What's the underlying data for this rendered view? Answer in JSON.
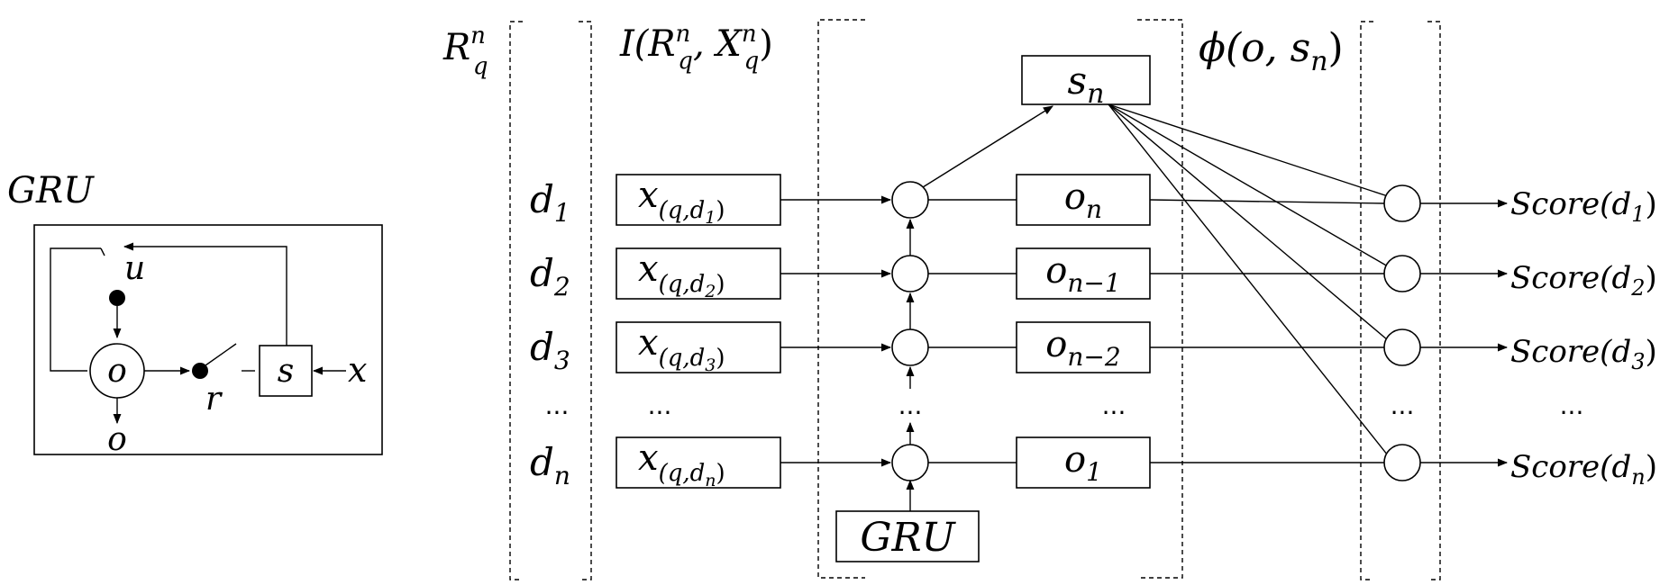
{
  "gru_cell": {
    "title": "GRU",
    "state_node": "o",
    "output_label": "o",
    "update_gate": "u",
    "reset_gate": "r",
    "input_box": "s",
    "input": "x"
  },
  "columns": {
    "relevance": {
      "base": "R",
      "sub": "q",
      "sup": "n"
    },
    "interaction": {
      "text": "I(R",
      "sub1": "q",
      "sup1": "n",
      "mid": ", X",
      "sub2": "q",
      "sup2": "n",
      "close": ")"
    },
    "scoring": "ϕ(o, s",
    "scoring_sub": "n",
    "scoring_close": ")"
  },
  "summary_box": {
    "base": "s",
    "sub": "n"
  },
  "gru_box": "GRU",
  "docs": [
    {
      "base": "d",
      "sub": "1"
    },
    {
      "base": "d",
      "sub": "2"
    },
    {
      "base": "d",
      "sub": "3"
    },
    {
      "base": "d",
      "sub": "n"
    }
  ],
  "features": [
    {
      "base": "x",
      "sub": "(q,d",
      "subsub": "1",
      "close": ")"
    },
    {
      "base": "x",
      "sub": "(q,d",
      "subsub": "2",
      "close": ")"
    },
    {
      "base": "x",
      "sub": "(q,d",
      "subsub": "3",
      "close": ")"
    },
    {
      "base": "x",
      "sub": "(q,d",
      "subsub": "n",
      "close": ")"
    }
  ],
  "outputs": [
    {
      "base": "o",
      "sub": "n"
    },
    {
      "base": "o",
      "sub": "n−1"
    },
    {
      "base": "o",
      "sub": "n−2"
    },
    {
      "base": "o",
      "sub": "1"
    }
  ],
  "scores": [
    {
      "text": "Score(d",
      "sub": "1",
      "close": ")"
    },
    {
      "text": "Score(d",
      "sub": "2",
      "close": ")"
    },
    {
      "text": "Score(d",
      "sub": "3",
      "close": ")"
    },
    {
      "text": "Score(d",
      "sub": "n",
      "close": ")"
    }
  ],
  "ellipsis": "..."
}
